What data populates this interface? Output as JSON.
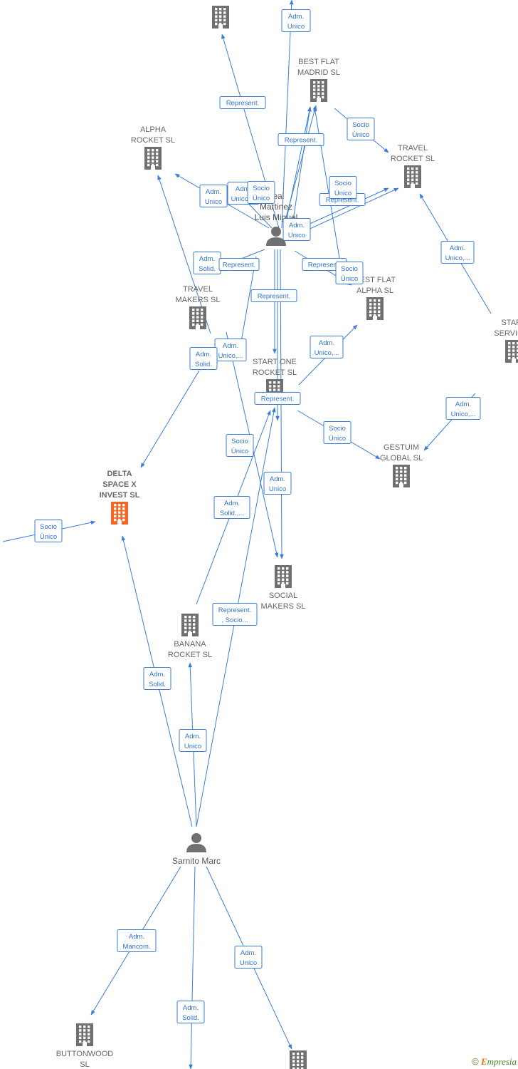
{
  "colors": {
    "edge": "#3a7dd6",
    "building": "#707070",
    "focus_building": "#f26522",
    "label": "#666666"
  },
  "nodes": [
    {
      "id": "top_co",
      "kind": "company",
      "lines": []
    },
    {
      "id": "best_flat_madrid",
      "kind": "company",
      "lines": [
        "BEST FLAT",
        "MADRID  SL"
      ]
    },
    {
      "id": "alpha_rocket",
      "kind": "company",
      "lines": [
        "ALPHA",
        "ROCKET  SL"
      ]
    },
    {
      "id": "travel_rocket",
      "kind": "company",
      "lines": [
        "TRAVEL",
        "ROCKET  SL"
      ]
    },
    {
      "id": "leal_martinez",
      "kind": "person",
      "lines": [
        "Leal",
        "Martinez",
        "Luis Miguel"
      ]
    },
    {
      "id": "best_flat_alpha",
      "kind": "company",
      "lines": [
        "BEST FLAT",
        "ALPHA  SL"
      ]
    },
    {
      "id": "travel_makers",
      "kind": "company",
      "lines": [
        "TRAVEL",
        "MAKERS SL"
      ]
    },
    {
      "id": "start_services",
      "kind": "company",
      "lines": [
        "START",
        "SERVICES"
      ]
    },
    {
      "id": "start_one_rocket",
      "kind": "company",
      "lines": [
        "START ONE",
        "ROCKET  SL"
      ]
    },
    {
      "id": "gestuim_global",
      "kind": "company",
      "lines": [
        "GESTUIM",
        "GLOBAL  SL"
      ]
    },
    {
      "id": "delta_space_x",
      "kind": "company",
      "focus": true,
      "lines": [
        "DELTA",
        "SPACE X",
        "INVEST  SL"
      ]
    },
    {
      "id": "social_makers",
      "kind": "company",
      "lines": [
        "SOCIAL",
        "MAKERS  SL"
      ]
    },
    {
      "id": "banana_rocket",
      "kind": "company",
      "lines": [
        "BANANA",
        "ROCKET  SL"
      ]
    },
    {
      "id": "sarnito_marc",
      "kind": "person",
      "lines": [
        "Sarnito Marc"
      ]
    },
    {
      "id": "buttonwood",
      "kind": "company",
      "lines": [
        "BUTTONWOOD",
        "SL"
      ]
    },
    {
      "id": "bottom_co",
      "kind": "company",
      "lines": []
    }
  ],
  "edges": [
    {
      "label": [
        "Adm.",
        "Unico"
      ]
    },
    {
      "label": [
        "Represent."
      ]
    },
    {
      "label": [
        "Represent."
      ]
    },
    {
      "label": [
        "Socio",
        "Único"
      ]
    },
    {
      "label": [
        "Adm.",
        "Unico"
      ]
    },
    {
      "label": [
        "Adm.",
        "Unico,..."
      ]
    },
    {
      "label": [
        "Socio",
        "Único"
      ]
    },
    {
      "label": [
        "Represent."
      ]
    },
    {
      "label": [
        "Socio",
        "Único"
      ]
    },
    {
      "label": [
        "Adm.",
        "Unico"
      ]
    },
    {
      "label": [
        "Adm.",
        "Unico,..."
      ]
    },
    {
      "label": [
        "Adm.",
        "Solid."
      ]
    },
    {
      "label": [
        "Represent."
      ]
    },
    {
      "label": [
        "Represent."
      ]
    },
    {
      "label": [
        "Socio",
        "Único"
      ]
    },
    {
      "label": [
        "Represent."
      ]
    },
    {
      "label": [
        "Adm.",
        "Unico,..."
      ]
    },
    {
      "label": [
        "Adm.",
        "Unico,..."
      ]
    },
    {
      "label": [
        "Adm.",
        "Solid."
      ]
    },
    {
      "label": [
        "Represent."
      ]
    },
    {
      "label": [
        "Socio",
        "Único"
      ]
    },
    {
      "label": [
        "Adm.",
        "Unico,..."
      ]
    },
    {
      "label": [
        "Socio",
        "Único"
      ]
    },
    {
      "label": [
        "Socio",
        "Único"
      ]
    },
    {
      "label": [
        "Adm.",
        "Unico"
      ]
    },
    {
      "label": [
        "Adm.",
        "Solid.,..."
      ]
    },
    {
      "label": [
        "Represent.",
        ", Socio..."
      ]
    },
    {
      "label": [
        "Adm.",
        "Solid."
      ]
    },
    {
      "label": [
        "Adm.",
        "Unico"
      ]
    },
    {
      "label": [
        "Adm.",
        "Mancom."
      ]
    },
    {
      "label": [
        "Adm.",
        "Unico"
      ]
    },
    {
      "label": [
        "Adm.",
        "Solid."
      ]
    }
  ],
  "copyright": {
    "symbol": "©",
    "brand_first": "E",
    "brand_rest": "mpresia"
  }
}
